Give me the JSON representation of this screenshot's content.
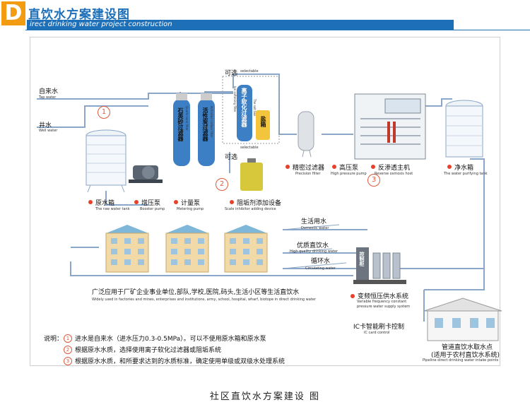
{
  "header": {
    "logo_letter": "D",
    "title": "直饮水方案建设图",
    "subtitle": "irect drinking water project construction"
  },
  "inputs": {
    "tap_water_cn": "自来水",
    "tap_water_en": "Tap water",
    "well_water_cn": "井水",
    "well_water_en": "Well water"
  },
  "selectable": {
    "top_cn": "可选",
    "top_en": "selectable",
    "bottom_cn": "可选",
    "bottom_en": "selectable"
  },
  "equipment": {
    "raw_tank": {
      "cn": "原水箱",
      "en": "The raw water tank"
    },
    "booster_pump": {
      "cn": "增压泵",
      "en": "Booster pump"
    },
    "metering_pump": {
      "cn": "计量泵",
      "en": "Metering pump"
    },
    "scale_inhibitor": {
      "cn": "阻垢剂添加设备",
      "en": "Scale inhibitor adding device"
    },
    "quartz_filter": {
      "cn": "石英砂过滤器",
      "en": "Quartz sand filter"
    },
    "carbon_filter": {
      "cn": "活性炭过滤器",
      "en": "Activated carbon filter"
    },
    "ion_softener": {
      "cn": "离子软化过滤器",
      "en": "Ion softening filter"
    },
    "salt_box": {
      "cn": "盐箱",
      "en": "The salt box"
    },
    "precision_filter": {
      "cn": "精密过滤器",
      "en": "Precision filter"
    },
    "high_pressure_pump": {
      "cn": "高压泵",
      "en": "High pressure pump"
    },
    "ro_host": {
      "cn": "反渗透主机",
      "en": "Reverse osmosis host"
    },
    "pure_tank": {
      "cn": "净水箱",
      "en": "The water purifying tank"
    },
    "vfd_supply": {
      "cn": "变频恒压供水系统",
      "en1": "Variable frequency constant",
      "en2": "pressure water supply system"
    },
    "control_cabinet": "控制柜",
    "ic_card": {
      "cn": "IC卡智能刷卡控制",
      "en": "IC card control"
    },
    "intake_point": {
      "cn1": "管道直饮水取水点",
      "cn2": "(适用于农村直饮水系统)",
      "en": "Pipeline direct drinking water intake points"
    }
  },
  "numbers": [
    "1",
    "2",
    "3"
  ],
  "water_lines": {
    "domestic": {
      "cn": "生活用水",
      "en": "Domestic water"
    },
    "high_quality": {
      "cn": "优质直饮水",
      "en": "High quality drinking water"
    },
    "circulating": {
      "cn": "循环水",
      "en": "Circulating water"
    }
  },
  "application": {
    "cn": "广泛应用于厂矿企业事业单位,部队,学校,医院,码头,生活小区等生活直饮水",
    "en": "Widely used in factories and mines, enterprises and institutions, army, school, hospital, wharf, biotope in direct drinking water"
  },
  "notes": {
    "label": "说明：",
    "items": [
      {
        "num": "1",
        "text": "进水是自来水（进水压力0.3-0.5MPa）。可以不使用原水箱和原水泵"
      },
      {
        "num": "2",
        "text": "根据原水水质，选择使用离子软化过滤器或阻垢系统"
      },
      {
        "num": "3",
        "text": "根据原水水质，和所要求达到的水质标准，确定使用单级或双级水处理系统"
      }
    ]
  },
  "caption": "社区直饮水方案建设 图",
  "colors": {
    "brand": "#1d6fb8",
    "accent": "#f39c12",
    "marker": "#e8412a",
    "pipe": "#8aa6c8"
  }
}
